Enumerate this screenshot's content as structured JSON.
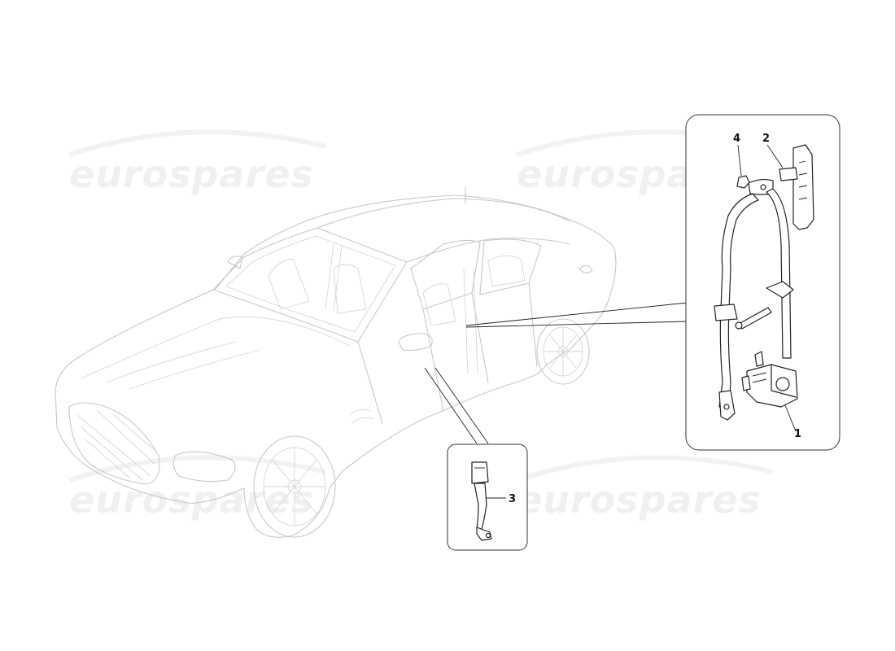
{
  "watermark": {
    "text": "eurospares"
  },
  "callouts": {
    "c1": "1",
    "c2": "2",
    "c3": "3",
    "c4": "4"
  },
  "colors": {
    "car_outline": "#c8c8c8",
    "part_outline": "#222222",
    "watermark": "#f0f0f0"
  }
}
